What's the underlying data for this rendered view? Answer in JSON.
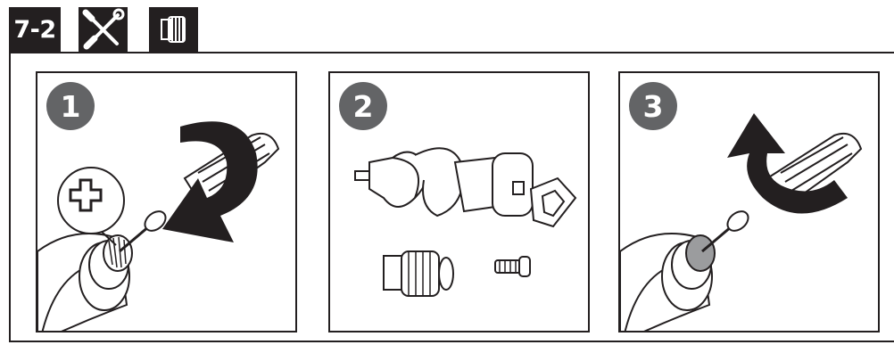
{
  "header": {
    "section_number": "7-2",
    "tools_icon": "screwdriver-wrench-icon",
    "part_icon": "gear-part-icon"
  },
  "steps": [
    {
      "number": "1"
    },
    {
      "number": "2"
    },
    {
      "number": "3"
    }
  ]
}
